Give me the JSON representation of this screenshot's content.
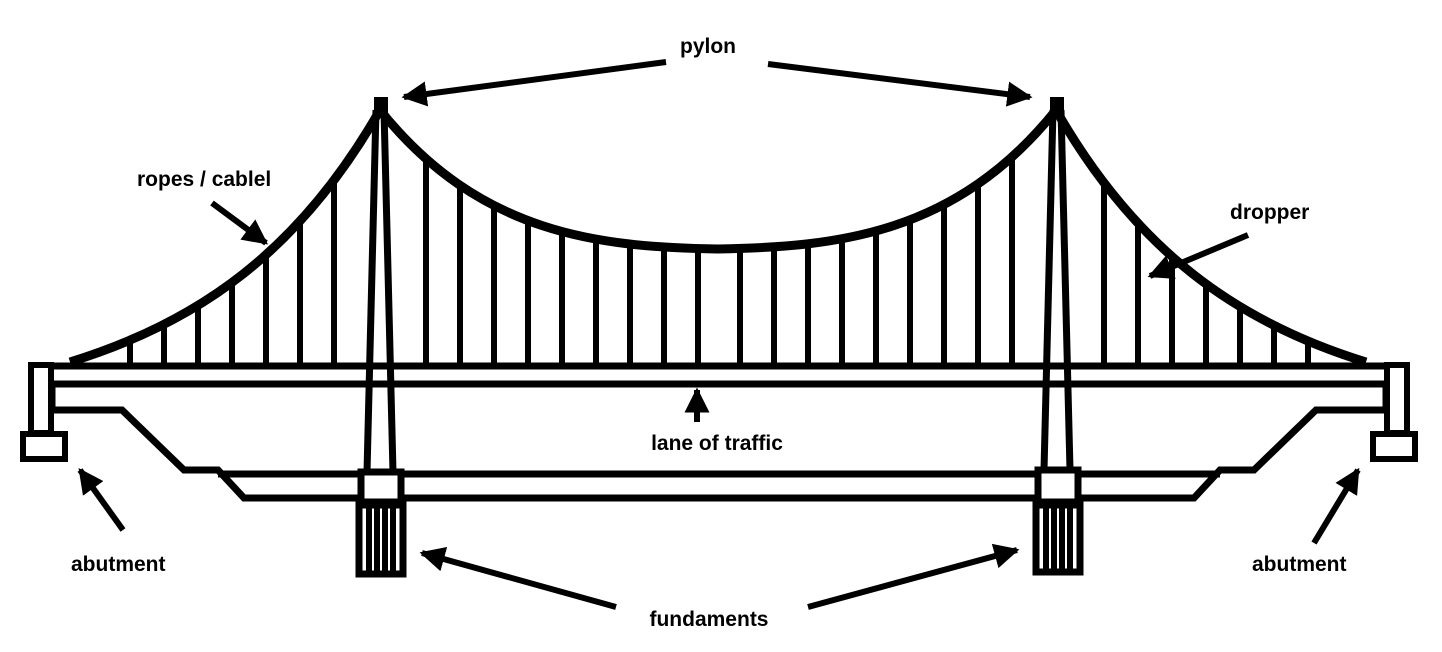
{
  "labels": {
    "pylon": "pylon",
    "ropes": "ropes / cablel",
    "dropper": "dropper",
    "lane": "lane of traffic",
    "abutment_left": "abutment",
    "abutment_right": "abutment",
    "fundaments": "fundaments"
  },
  "colors": {
    "ink": "#000000",
    "background": "#ffffff"
  }
}
